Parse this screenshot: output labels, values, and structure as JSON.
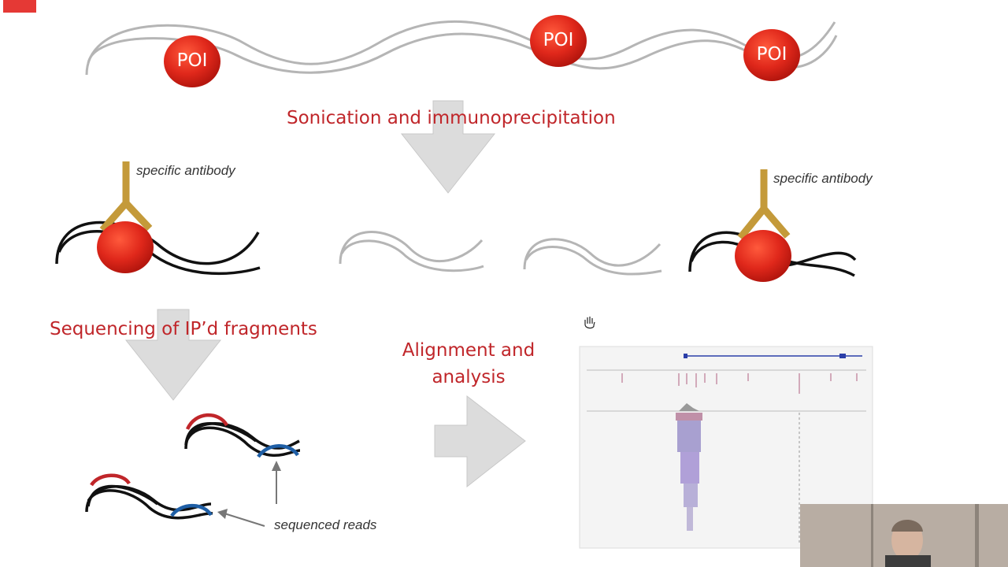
{
  "poi_labels": [
    "POI",
    "POI",
    "POI"
  ],
  "step1_label": "Sonication and immunoprecipitation",
  "antibody_label_left": "specific antibody",
  "antibody_label_right": "specific antibody",
  "step2_label": "Sequencing of IP’d fragments",
  "step3_label_line1": "Alignment and",
  "step3_label_line2": "analysis",
  "reads_label": "sequenced reads",
  "colors": {
    "label_red": "#c0262a",
    "poi_red": "#e02a1b",
    "antibody_gold": "#c49a3a",
    "arrow_gray": "#d8d8d8",
    "read_red": "#c0262a",
    "read_blue": "#1f5fa6"
  },
  "icons": [
    "hand-cursor-icon"
  ]
}
